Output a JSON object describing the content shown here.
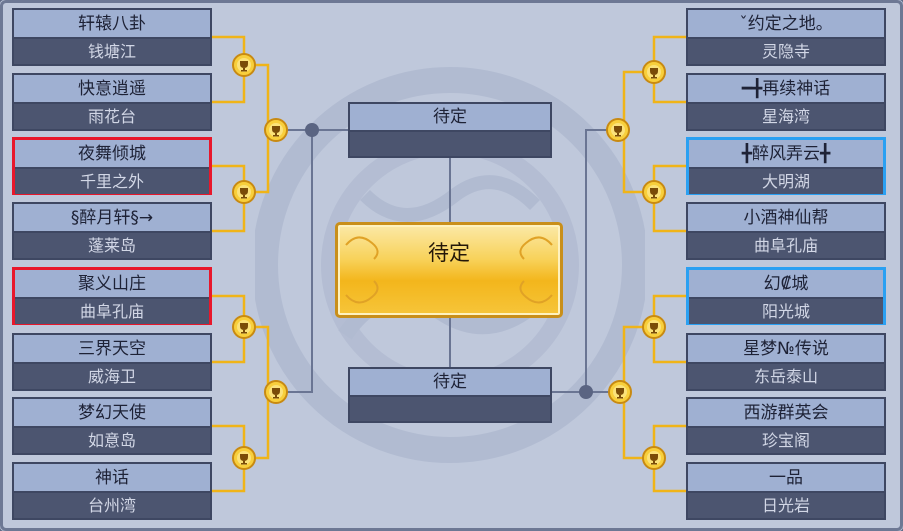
{
  "left_teams": [
    {
      "name": "轩辕八卦",
      "server": "钱塘江",
      "highlight": ""
    },
    {
      "name": "快意逍遥",
      "server": "雨花台",
      "highlight": ""
    },
    {
      "name": "夜舞倾城",
      "server": "千里之外",
      "highlight": "red"
    },
    {
      "name": "§醉月轩§→",
      "server": "蓬莱岛",
      "highlight": ""
    },
    {
      "name": "聚义山庄",
      "server": "曲阜孔庙",
      "highlight": "red"
    },
    {
      "name": "三界天空",
      "server": "威海卫",
      "highlight": ""
    },
    {
      "name": "梦幻天使",
      "server": "如意岛",
      "highlight": ""
    },
    {
      "name": "神话",
      "server": "台州湾",
      "highlight": ""
    }
  ],
  "right_teams": [
    {
      "name": "ˇ约定之地。",
      "server": "灵隐寺",
      "highlight": ""
    },
    {
      "name": "━╋再续神话",
      "server": "星海湾",
      "highlight": ""
    },
    {
      "name": "╋醉风弄云╋",
      "server": "大明湖",
      "highlight": "blue"
    },
    {
      "name": "小酒神仙帮",
      "server": "曲阜孔庙",
      "highlight": ""
    },
    {
      "name": "幻₡城",
      "server": "阳光城",
      "highlight": "blue"
    },
    {
      "name": "星梦№传说",
      "server": "东岳泰山",
      "highlight": ""
    },
    {
      "name": "西游群英会",
      "server": "珍宝阁",
      "highlight": ""
    },
    {
      "name": "一品",
      "server": "日光岩",
      "highlight": ""
    }
  ],
  "semifinal_top": {
    "name": "待定"
  },
  "semifinal_bottom": {
    "name": "待定"
  },
  "final": {
    "name": "待定"
  },
  "colors": {
    "gold": "#f0b418",
    "line": "#6a7593",
    "red": "#e8172b",
    "blue": "#2aa0f2"
  }
}
